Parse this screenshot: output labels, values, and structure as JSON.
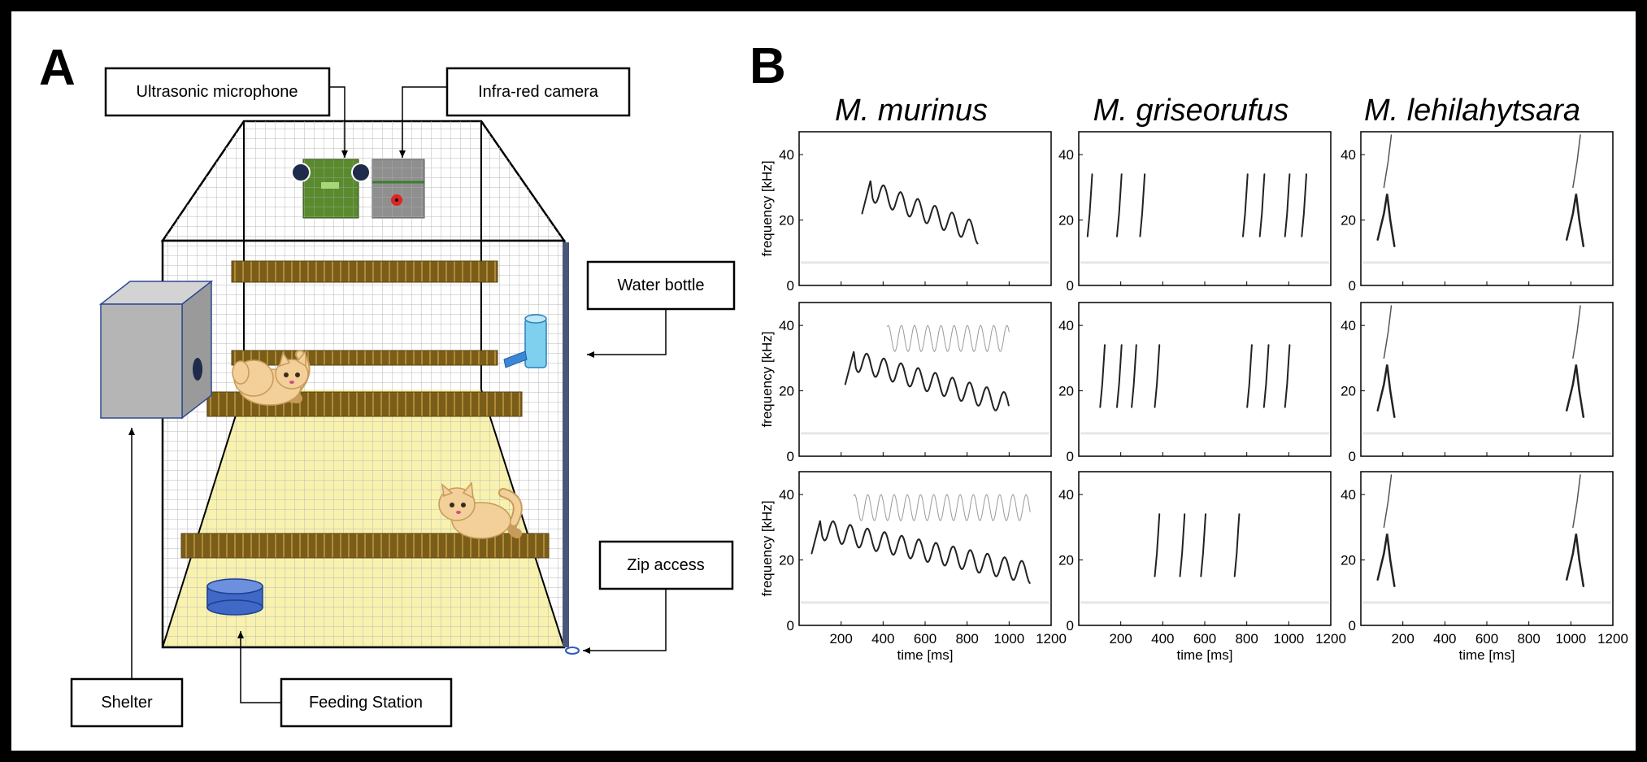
{
  "panel_a": {
    "letter": "A",
    "labels": {
      "microphone": "Ultrasonic microphone",
      "camera": "Infra-red camera",
      "water": "Water bottle",
      "shelter": "Shelter",
      "zip": "Zip access",
      "feeding": "Feeding Station"
    },
    "colors": {
      "mesh": "#b9b9b9",
      "floor": "#f8f2ae",
      "branch": "#7b5d1a",
      "shelter": "#b5b5b5",
      "bowl": "#3f68c7",
      "bottle": "#7fd0ee",
      "microphone": "#5a8a2e",
      "camera": "#8f8f8f",
      "lemur": "#f3cf99"
    }
  },
  "panel_b": {
    "letter": "B",
    "species": [
      "M. murinus",
      "M. griseorufus",
      "M. lehilahytsara"
    ],
    "ylabel": "frequency [kHz]",
    "xlabel": "time [ms]",
    "yticks": [
      "0",
      "20",
      "40"
    ],
    "xticks": [
      "200",
      "400",
      "600",
      "800",
      "1000",
      "1200"
    ]
  }
}
